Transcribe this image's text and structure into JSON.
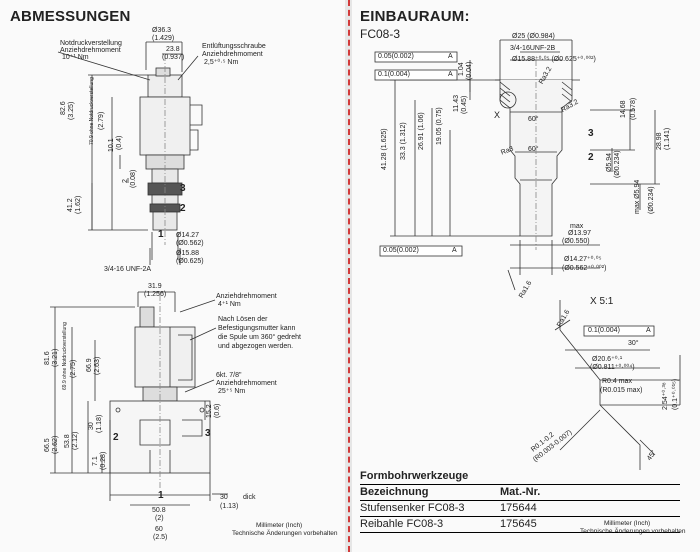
{
  "left": {
    "title": "ABMESSUNGEN",
    "top_drawing": {
      "dim_diam_top": "Ø36.3",
      "dim_diam_top_in": "(1.429)",
      "dim_238": "23.8",
      "dim_238_in": "(0.937)",
      "label_notdruck_1": "Notdruckverstellung",
      "label_notdruck_2": "Anziehdrehmoment",
      "label_notdruck_3": "10⁺¹ Nm",
      "label_entl_1": "Entlüftungsschraube",
      "label_entl_2": "Anziehdrehmoment",
      "label_entl_3": "2,5⁺⁰·⁵ Nm",
      "dim_826": "82.6",
      "dim_826_in": "(3.25)",
      "dim_709": "70.9 ohne Notdruckverstellung",
      "dim_709_in": "(2.79)",
      "dim_101": "10.1",
      "dim_101_in": "(0.4)",
      "dim_2": "2",
      "dim_2_in": "(0.08)",
      "dim_412": "41.2",
      "dim_412_in": "(1.62)",
      "port_3": "3",
      "port_2": "2",
      "port_1": "1",
      "dim_1427": "Ø14.27",
      "dim_1427_in": "(Ø0.562)",
      "dim_1588": "Ø15.88",
      "dim_1588_in": "(Ø0.625)",
      "thread": "3/4-16 UNF-2A"
    },
    "bottom_drawing": {
      "dim_319": "31.9",
      "dim_319_in": "(1.256)",
      "label_anzieh_1": "Anziehdrehmoment",
      "label_anzieh_2": "4⁺¹ Nm",
      "label_note_1": "Nach Lösen der",
      "label_note_2": "Befestigungsmutter kann",
      "label_note_3": "die Spule um 360° gedreht",
      "label_note_4": "und abgezogen werden.",
      "dim_816": "81.6",
      "dim_816_in": "(3.21)",
      "dim_699": "69.9 ohne Notdruckverstellung",
      "dim_699_in": "(2.75)",
      "dim_669": "66.9",
      "dim_669_in": "(2.63)",
      "label_6kt_1": "6kt. 7/8\"",
      "label_6kt_2": "Anziehdrehmoment",
      "label_6kt_3": "25⁺⁵ Nm",
      "dim_152": "15.2",
      "dim_152_in": "(0.6)",
      "dim_30": "30",
      "dim_30_in": "(1.18)",
      "dim_538": "53.8",
      "dim_538_in": "(2.12)",
      "dim_665": "66.5",
      "dim_665_in": "(2.62)",
      "dim_71": "7.1",
      "dim_71_in": "(0.28)",
      "port_2": "2",
      "port_3": "3",
      "port_1": "1",
      "dim_30_dick": "30",
      "dick": "dick",
      "dim_30_dick_in": "(1.13)",
      "dim_508": "50.8",
      "dim_508_in": "(2)",
      "dim_60": "60",
      "dim_60_in": "(2.5)"
    },
    "footer_1": "Millimeter (Inch)",
    "footer_2": "Technische Änderungen vorbehalten"
  },
  "right": {
    "title": "EINBAURAUM:",
    "subtitle": "FC08-3",
    "dims": {
      "d25": "Ø25 (Ø0.984)",
      "thread": "3/4-16UNF-2B",
      "d1588": "Ø15.88⁺⁰·⁰⁵ (Ø0.625⁺⁰·⁰⁰²)",
      "tol_top1": "0.05(0.002)",
      "tol_top1_ref": "A",
      "tol_top2": "0.1(0.004)",
      "tol_top2_ref": "A",
      "d104": "1.04",
      "d104_in": "(0.04)",
      "d1143": "11.43",
      "d1143_in": "(0.45)",
      "d1905": "19.05 (0.75)",
      "d2691": "26.91 (1.06)",
      "d333": "33.3 (1.312)",
      "d4128": "41.28 (1.625)",
      "d1468": "14.68",
      "d1468_in": "(0.578)",
      "d2898": "28.98",
      "d2898_in": "(1.141)",
      "d594": "Ø5.94",
      "d594_in": "(Ø0.234)",
      "d594b": "max Ø5.94",
      "d594b_in": "(Ø0.234)",
      "ra32": "Ra3.2",
      "ra32b": "Ra3.2",
      "ra3": "Ra3",
      "angle60a": "60°",
      "angle60b": "60°",
      "port_3": "3",
      "port_2": "2",
      "x_label": "X",
      "max": "max",
      "d1397": "Ø13.97",
      "d1397_in": "(Ø0.550)",
      "tol_mid": "0.05(0.002)",
      "tol_mid_ref": "A",
      "d1427": "Ø14.27⁺⁰·⁰⁵",
      "d1427_in": "(Ø0.562⁺⁰·⁰⁰²)",
      "ra16": "Ra1.6"
    },
    "detail": {
      "title": "X  5:1",
      "ra16": "Ra1.6",
      "tol": "0.1(0.004)",
      "tol_ref": "A",
      "angle30": "30°",
      "d206": "Ø20.6⁺⁰·¹",
      "d206_in": "(Ø0.811⁺⁰·⁰⁰⁴)",
      "r04": "R0.4 max",
      "r04_in": "(R0.015 max)",
      "d254": "2.54⁺⁰·³⁸",
      "d254_in": "(0.1⁺⁰·⁰¹⁵)",
      "r01": "R0.1-0.2",
      "r01_in": "(R0.003-0.007)",
      "angle45": "45°"
    },
    "table": {
      "title": "Formbohrwerkzeuge",
      "col1": "Bezeichnung",
      "col2": "Mat.-Nr.",
      "rows": [
        {
          "name": "Stufensenker FC08-3",
          "nr": "175644"
        },
        {
          "name": "Reibahle  FC08-3",
          "nr": "175645"
        }
      ]
    },
    "footer_1": "Millimeter (Inch)",
    "footer_2": "Technische Änderungen vorbehalten"
  }
}
